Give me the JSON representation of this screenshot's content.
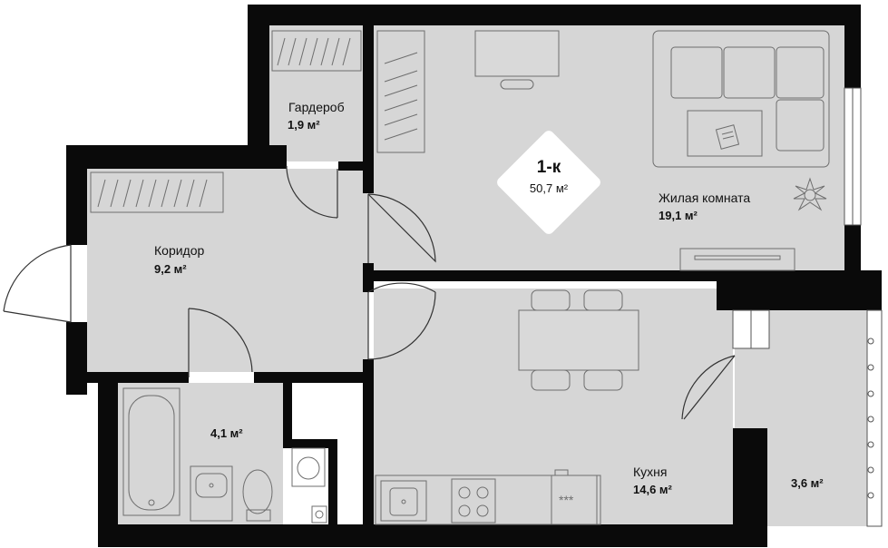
{
  "apartment": {
    "type": "1-к",
    "total_area": "50,7 м²"
  },
  "rooms": {
    "wardrobe": {
      "name": "Гардероб",
      "area": "1,9 м²"
    },
    "living": {
      "name": "Жилая комната",
      "area": "19,1 м²"
    },
    "corridor": {
      "name": "Коридор",
      "area": "9,2 м²"
    },
    "bathroom": {
      "area": "4,1 м²"
    },
    "kitchen": {
      "name": "Кухня",
      "area": "14,6 м²"
    },
    "balcony": {
      "area": "3,6 м²"
    }
  },
  "colors": {
    "wall": "#0a0a0a",
    "floor": "#d6d6d6",
    "furniture_stroke": "#6e6e6e",
    "background": "#ffffff",
    "badge": "#ffffff"
  }
}
